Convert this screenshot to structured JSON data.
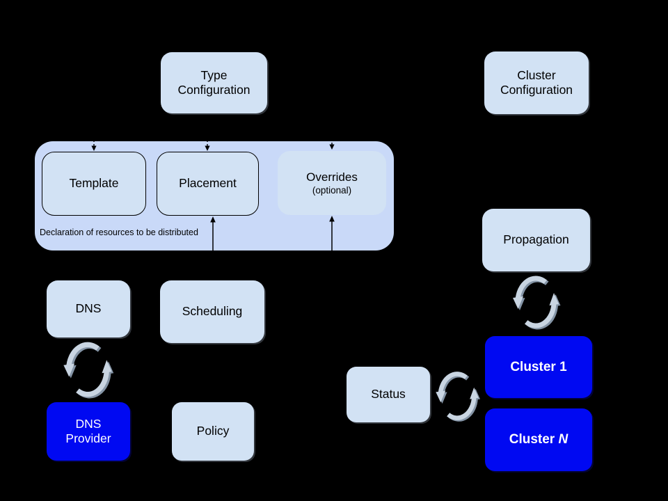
{
  "colors": {
    "bg": "#000000",
    "container_fill": "#c9d9f8",
    "box_fill": "#d2e2f4",
    "cluster_fill": "#0009f2",
    "box_text": "#000000",
    "cluster_text": "#ffffff",
    "line_color": "#000000",
    "sync_light": "#c9d5e2",
    "sync_dark": "#8494a6"
  },
  "icons": {
    "sync": "circular-sync-arrows"
  },
  "nodes": {
    "type_configuration": {
      "lines": [
        "Type",
        "Configuration"
      ]
    },
    "cluster_configuration": {
      "lines": [
        "Cluster",
        "Configuration"
      ]
    },
    "template": {
      "label": "Template"
    },
    "placement": {
      "label": "Placement"
    },
    "overrides": {
      "label": "Overrides",
      "sublabel": "(optional)"
    },
    "declaration_caption": "Declaration of resources to be distributed",
    "dns": {
      "label": "DNS"
    },
    "scheduling": {
      "label": "Scheduling"
    },
    "dns_provider": {
      "lines": [
        "DNS",
        "Provider"
      ]
    },
    "policy": {
      "label": "Policy"
    },
    "propagation": {
      "label": "Propagation"
    },
    "status": {
      "label": "Status"
    },
    "cluster_1": {
      "prefix": "Cluster",
      "suffix": "1"
    },
    "cluster_n": {
      "prefix": "Cluster",
      "suffix": "N"
    }
  }
}
